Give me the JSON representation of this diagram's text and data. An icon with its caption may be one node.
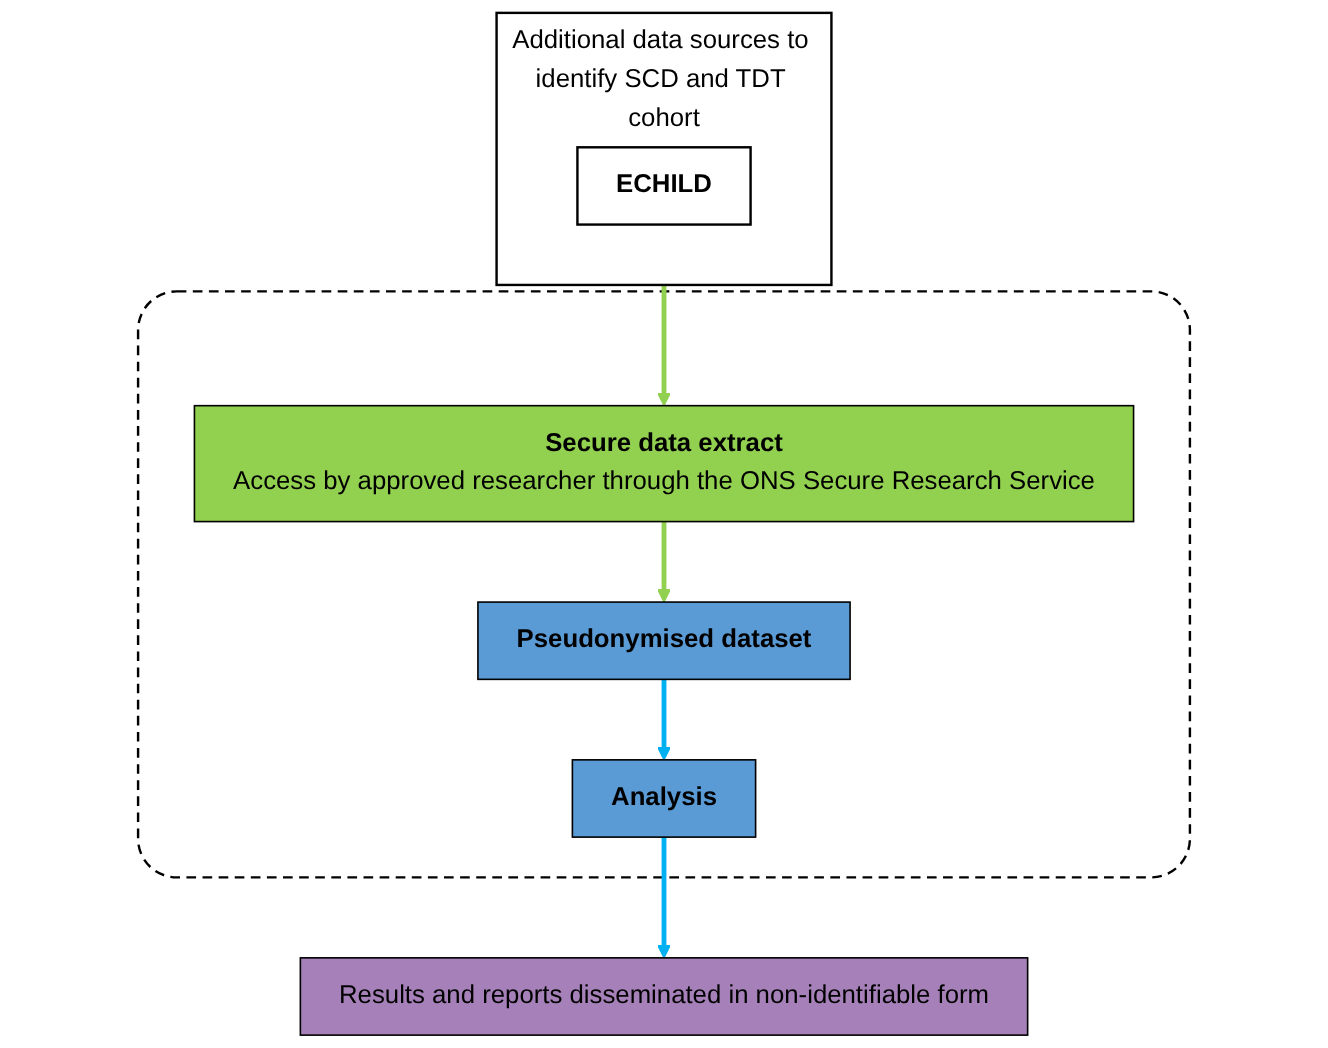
{
  "diagram": {
    "nodes": [
      {
        "text": [
          "Additional data sources to identify SCD and TDT cohort"
        ]
      },
      {
        "text": [
          "ECHILD"
        ],
        "in": 0
      },
      {
        "text": [],
        "shape": "box"
      },
      {
        "text": [
          "Secure data extract",
          "Access by approved researcher through the ONS Secure Research Service"
        ],
        "in": 2
      },
      {
        "text": [
          "Pseudonymised dataset"
        ],
        "in": 2
      },
      {
        "text": [
          "Analysis"
        ],
        "in": 2
      },
      {
        "text": [
          "Results and reports disseminated in non-identifiable form"
        ]
      }
    ],
    "edges": [
      {
        "from": 0,
        "to": 3,
        "arrow": "to",
        "color": "#92d050"
      },
      {
        "from": 3,
        "to": 4,
        "arrow": "to",
        "color": "#92d050"
      },
      {
        "from": 4,
        "to": 5,
        "arrow": "to",
        "color": "#00b0f0"
      },
      {
        "from": 5,
        "to": 6,
        "arrow": "to",
        "color": "#00b0f0"
      }
    ]
  }
}
